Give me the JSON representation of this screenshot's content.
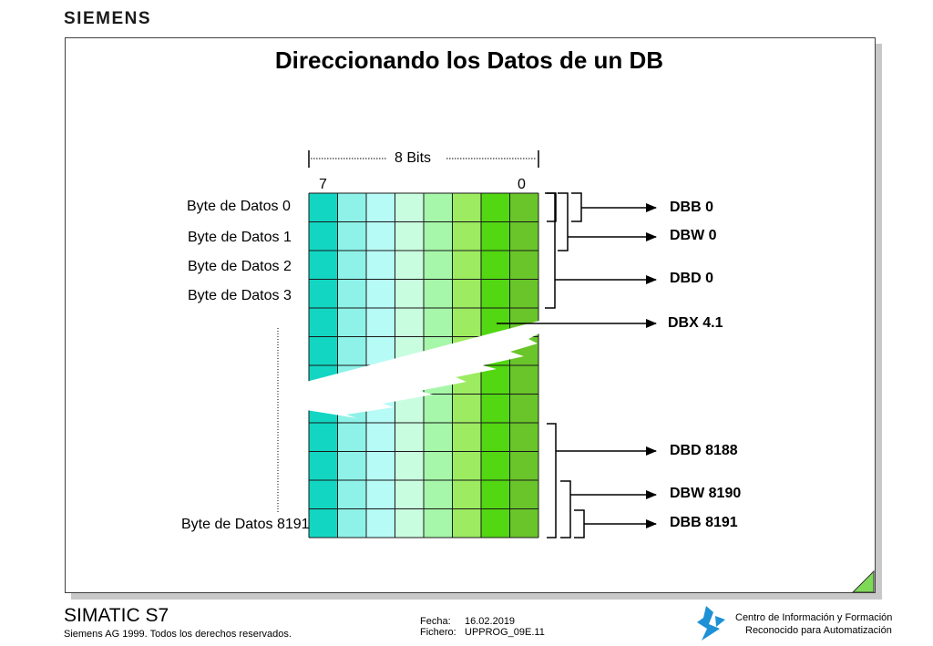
{
  "header": {
    "brand": "SIEMENS"
  },
  "slide": {
    "title": "Direccionando los Datos de un DB",
    "bits_label": "8 Bits",
    "bit_high": "7",
    "bit_low": "0",
    "row_labels": [
      "Byte de Datos 0",
      "Byte de Datos 1",
      "Byte de Datos 2",
      "Byte de Datos 3",
      "Byte de Datos 8191"
    ],
    "address_labels": [
      "DBB 0",
      "DBW 0",
      "DBD 0",
      "DBX 4.1",
      "DBD 8188",
      "DBW 8190",
      "DBB 8191"
    ],
    "column_colors": [
      "#12d6c2",
      "#8ef2e8",
      "#b6fbf5",
      "#c9fde0",
      "#a6f7a9",
      "#9ceb61",
      "#52d712",
      "#69c52a"
    ]
  },
  "footer": {
    "product": "SIMATIC S7",
    "copyright": "Siemens AG 1999. Todos los derechos reservados.",
    "date_label": "Fecha:",
    "date_value": "16.02.2019",
    "file_label": "Fichero:",
    "file_value": "UPPROG_09E.11",
    "center_line1": "Centro de Información y Formación",
    "center_line2": "Reconocido para Automatización"
  }
}
